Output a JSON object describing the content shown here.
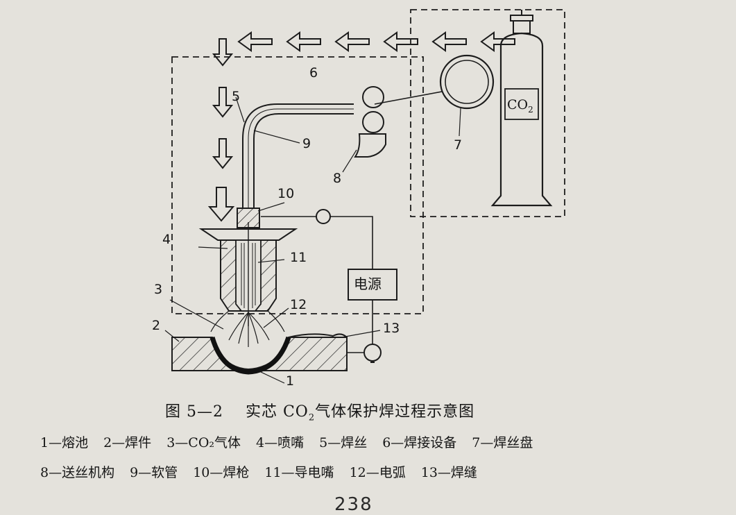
{
  "labels": {
    "n1": "1",
    "n2": "2",
    "n3": "3",
    "n4": "4",
    "n5": "5",
    "n6": "6",
    "n7": "7",
    "n8": "8",
    "n9": "9",
    "n10": "10",
    "n11": "11",
    "n12": "12",
    "n13": "13"
  },
  "power_source": "电源",
  "gas_label": "CO",
  "gas_sub": "2",
  "caption": {
    "figure": "图 5—2",
    "title_pre": "实芯 CO",
    "title_sub": "2",
    "title_post": "气体保护焊过程示意图"
  },
  "legend": {
    "row1": [
      "1—熔池",
      "2—焊件",
      "3—CO₂气体",
      "4—喷嘴",
      "5—焊丝",
      "6—焊接设备",
      "7—焊丝盘"
    ],
    "row2": [
      "8—送丝机构",
      "9—软管",
      "10—焊枪",
      "11—导电嘴",
      "12—电弧",
      "13—焊缝"
    ]
  },
  "page_number": "238"
}
